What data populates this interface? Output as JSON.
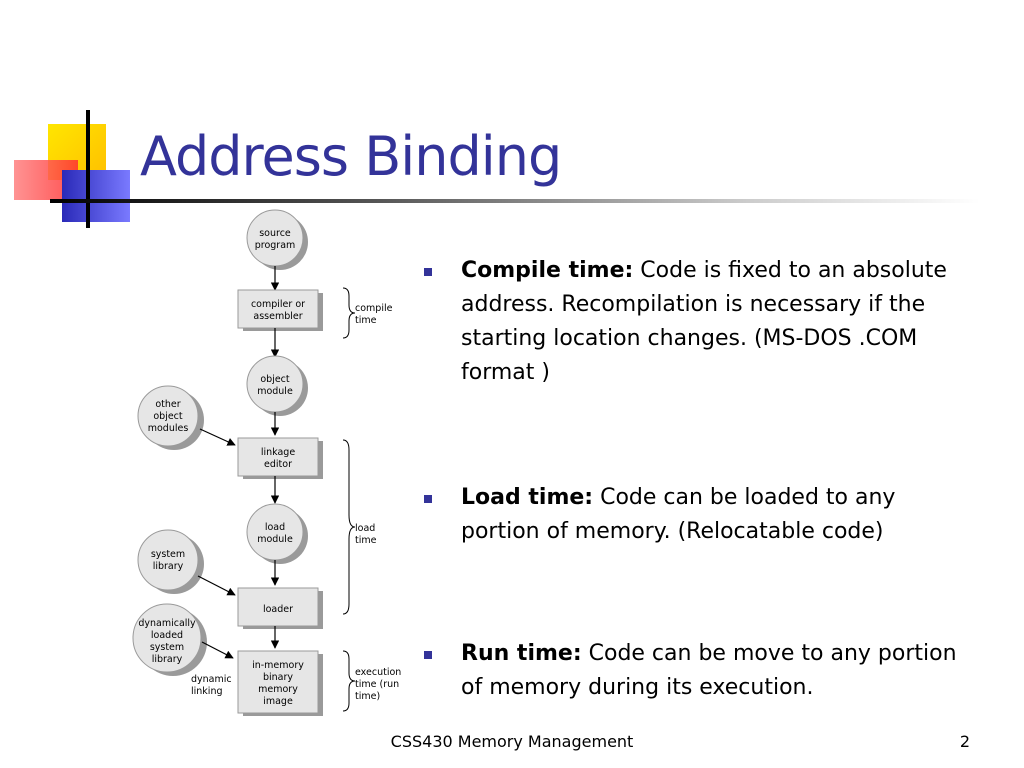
{
  "slide": {
    "title": "Address Binding",
    "bullets": [
      {
        "term": "Compile time:",
        "text": " Code is fixed to an absolute address. Recompilation is necessary if the starting location changes. (MS-DOS .COM format )"
      },
      {
        "term": "Load time:",
        "text": " Code can be loaded to any portion of memory. (Relocatable code)"
      },
      {
        "term": "Run time:",
        "text": " Code can be move to any portion of memory during its execution."
      }
    ],
    "footer": "CSS430 Memory Management",
    "page_number": "2"
  },
  "diagram": {
    "source_program": [
      "source",
      "program"
    ],
    "compiler": [
      "compiler or",
      "assembler"
    ],
    "object_module": [
      "object",
      "module"
    ],
    "other_modules": [
      "other",
      "object",
      "modules"
    ],
    "linkage_editor": [
      "linkage",
      "editor"
    ],
    "load_module": [
      "load",
      "module"
    ],
    "system_library": [
      "system",
      "library"
    ],
    "loader": "loader",
    "dynamic_libs": [
      "dynamically",
      "loaded",
      "system",
      "library"
    ],
    "memory_image": [
      "in-memory",
      "binary",
      "memory",
      "image"
    ],
    "dynamic_linking": [
      "dynamic",
      "linking"
    ],
    "compile_time": [
      "compile",
      "time"
    ],
    "load_time": [
      "load",
      "time"
    ],
    "execution_time": [
      "execution",
      "time  (run",
      "time)"
    ]
  },
  "colors": {
    "title": "#333399",
    "bullet": "#333399",
    "logo_yellow": "#ffd200",
    "logo_red": "#ff5050",
    "logo_blue": "#3333cc",
    "node_fill": "#e6e6e6",
    "node_shadow": "#9a9a9a"
  }
}
